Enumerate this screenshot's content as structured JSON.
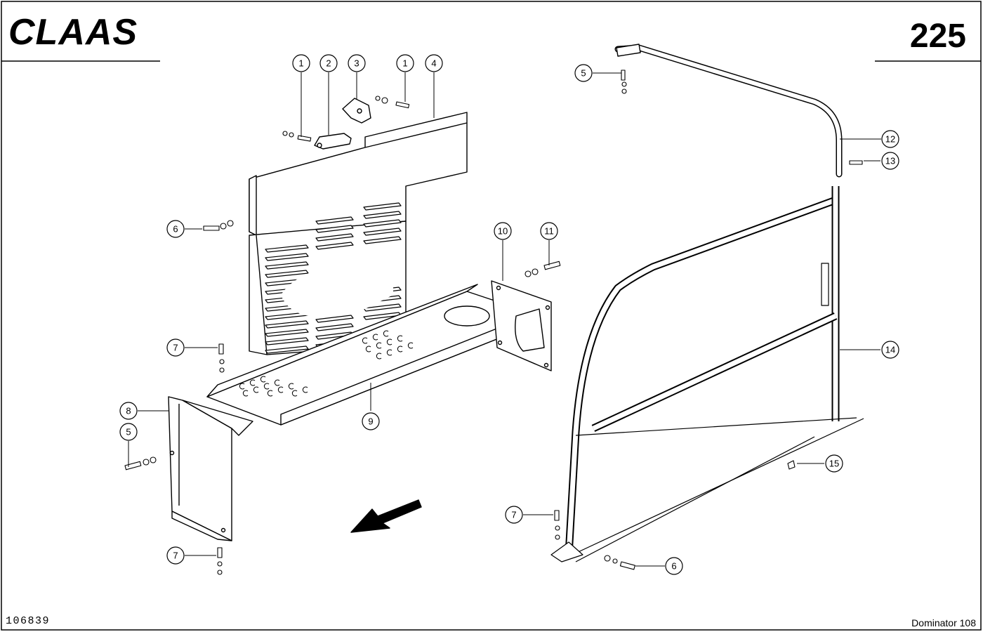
{
  "header": {
    "brand": "CLAAS",
    "page_number": "225"
  },
  "footer": {
    "drawing_number": "106839",
    "model": "Dominator 108"
  },
  "callouts": [
    {
      "id": "c1a",
      "label": "1"
    },
    {
      "id": "c2",
      "label": "2"
    },
    {
      "id": "c3",
      "label": "3"
    },
    {
      "id": "c1b",
      "label": "1"
    },
    {
      "id": "c4",
      "label": "4"
    },
    {
      "id": "c5a",
      "label": "5"
    },
    {
      "id": "c12",
      "label": "12"
    },
    {
      "id": "c13",
      "label": "13"
    },
    {
      "id": "c6a",
      "label": "6"
    },
    {
      "id": "c10",
      "label": "10"
    },
    {
      "id": "c11",
      "label": "11"
    },
    {
      "id": "c14",
      "label": "14"
    },
    {
      "id": "c7a",
      "label": "7"
    },
    {
      "id": "c8",
      "label": "8"
    },
    {
      "id": "c5b",
      "label": "5"
    },
    {
      "id": "c9",
      "label": "9"
    },
    {
      "id": "c15",
      "label": "15"
    },
    {
      "id": "c7b",
      "label": "7"
    },
    {
      "id": "c7c",
      "label": "7"
    },
    {
      "id": "c6b",
      "label": "6"
    }
  ]
}
